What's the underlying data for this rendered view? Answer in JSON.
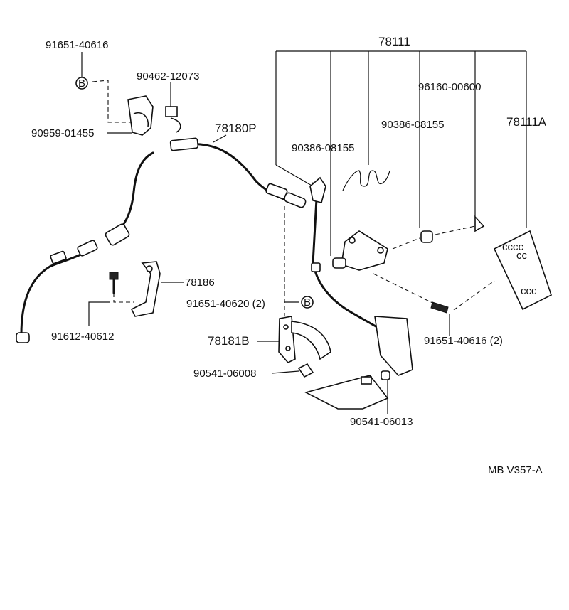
{
  "parts": {
    "p78111": "78111",
    "p78111A": "78111A",
    "p96160_00600": "96160-00600",
    "p90386_08155_a": "90386-08155",
    "p90386_08155_b": "90386-08155",
    "p91651_40616_top": "91651-40616",
    "p90462_12073": "90462-12073",
    "p90959_01455": "90959-01455",
    "p78180P": "78180P",
    "p78186": "78186",
    "p91612_40612": "91612-40612",
    "p91651_40620": "91651-40620 (2)",
    "p78181B": "78181B",
    "p90541_06008": "90541-06008",
    "p90541_06013": "90541-06013",
    "p91651_40616_2": "91651-40616 (2)"
  },
  "markers": {
    "b_top": "B",
    "b_mid": "B"
  },
  "diagram_code": "MB V357-A"
}
